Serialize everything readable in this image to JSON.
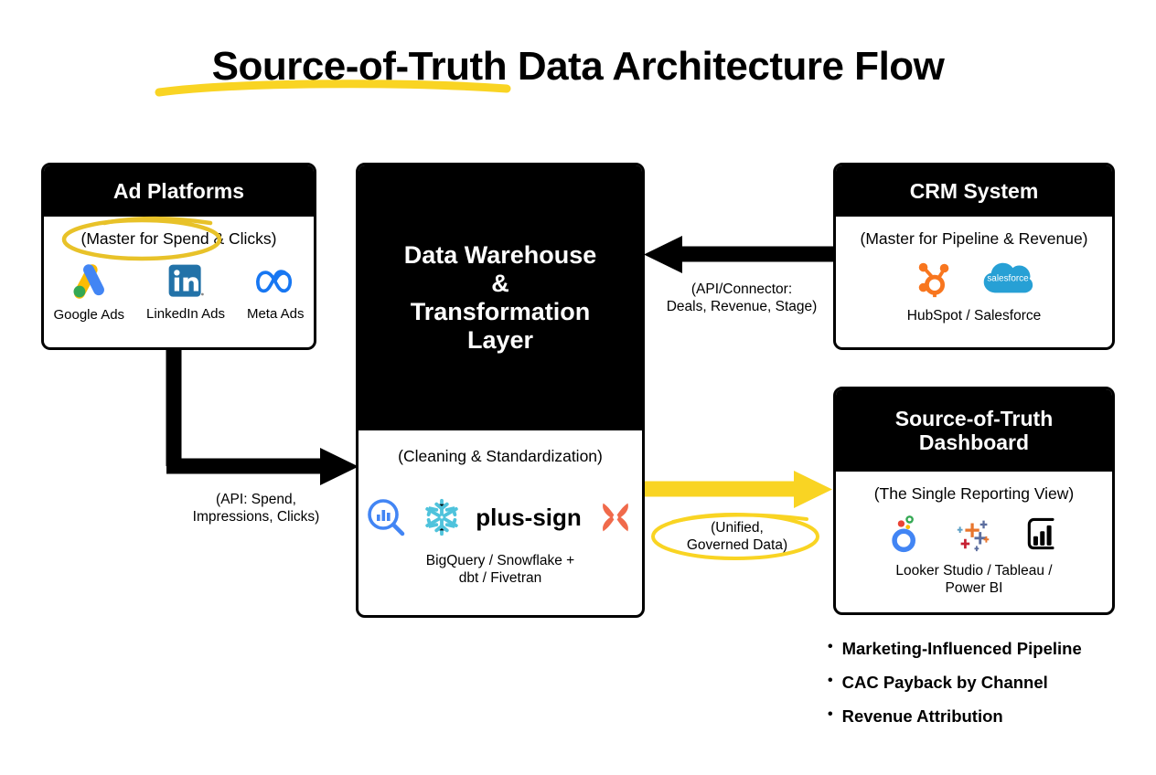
{
  "title": "Source-of-Truth Data Architecture Flow",
  "colors": {
    "accent_yellow": "#F9D423",
    "black": "#000000",
    "white": "#FFFFFF"
  },
  "boxes": {
    "ad_platforms": {
      "header": "Ad Platforms",
      "subtitle": "(Master for Spend & Clicks)",
      "logos": [
        {
          "icon": "google-ads-icon",
          "label": "Google Ads"
        },
        {
          "icon": "linkedin-ads-icon",
          "label": "LinkedIn Ads"
        },
        {
          "icon": "meta-ads-icon",
          "label": "Meta Ads"
        }
      ]
    },
    "warehouse": {
      "header_line1": "Data Warehouse",
      "header_line2": "&",
      "header_line3": "Transformation",
      "header_line4": "Layer",
      "subtitle": "(Cleaning & Standardization)",
      "logos": [
        {
          "icon": "bigquery-icon"
        },
        {
          "icon": "snowflake-icon"
        },
        {
          "icon": "plus-sign"
        },
        {
          "icon": "fivetran-icon"
        }
      ],
      "caption_line1": "BigQuery / Snowflake +",
      "caption_line2": "dbt / Fivetran"
    },
    "crm": {
      "header": "CRM System",
      "subtitle": "(Master for Pipeline & Revenue)",
      "logos": [
        {
          "icon": "hubspot-icon"
        },
        {
          "icon": "salesforce-icon",
          "wordmark": "salesforce"
        }
      ],
      "caption": "HubSpot / Salesforce"
    },
    "dashboard": {
      "header_line1": "Source-of-Truth",
      "header_line2": "Dashboard",
      "subtitle": "(The Single Reporting View)",
      "logos": [
        {
          "icon": "looker-studio-icon"
        },
        {
          "icon": "tableau-icon"
        },
        {
          "icon": "power-bi-icon"
        }
      ],
      "caption_line1": "Looker Studio / Tableau /",
      "caption_line2": "Power BI"
    }
  },
  "connectors": {
    "ads_to_warehouse": {
      "label_line1": "(API: Spend,",
      "label_line2": "Impressions, Clicks)",
      "color": "#000000",
      "direction": "elbow-down-right"
    },
    "crm_to_warehouse": {
      "label_line1": "(API/Connector:",
      "label_line2": "Deals, Revenue, Stage)",
      "color": "#000000",
      "direction": "left"
    },
    "warehouse_to_dashboard": {
      "label_line1": "(Unified,",
      "label_line2": "Governed Data)",
      "color": "#F9D423",
      "direction": "right"
    }
  },
  "outcomes": [
    {
      "bullet": "•",
      "text": "Marketing-Influenced Pipeline"
    },
    {
      "bullet": "•",
      "text": "CAC Payback by Channel"
    },
    {
      "bullet": "•",
      "text": "Revenue Attribution"
    }
  ]
}
